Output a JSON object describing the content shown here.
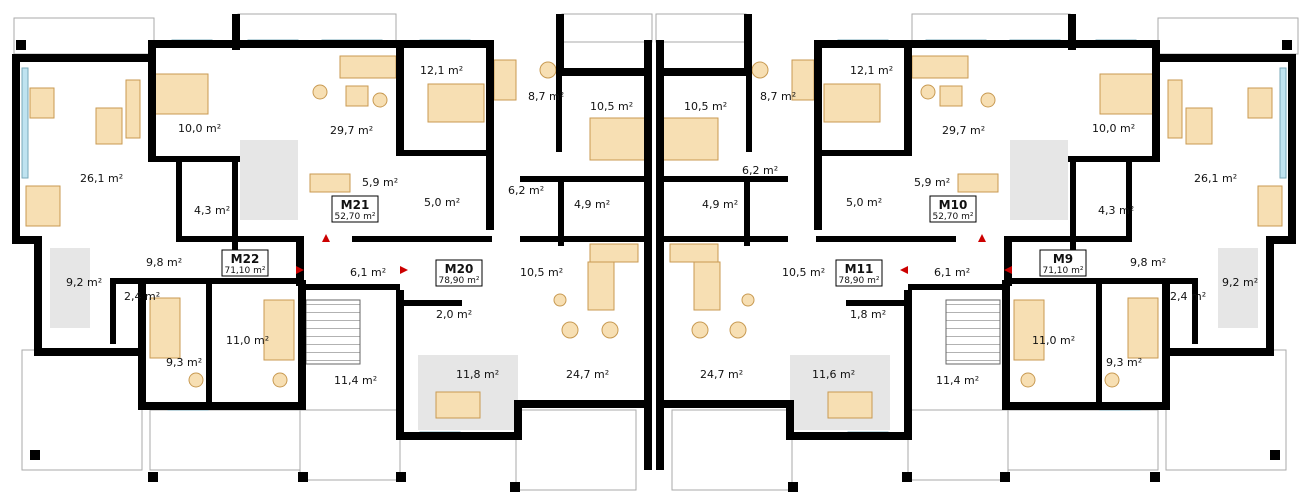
{
  "plan": {
    "units": [
      {
        "name": "M22",
        "area": "71,10 m²"
      },
      {
        "name": "M21",
        "area": "52,70 m²"
      },
      {
        "name": "M20",
        "area": "78,90 m²"
      },
      {
        "name": "M11",
        "area": "78,90 m²"
      },
      {
        "name": "M10",
        "area": "52,70 m²"
      },
      {
        "name": "M9",
        "area": "71,10 m²"
      }
    ],
    "rooms": {
      "r1": "10,0 m²",
      "r2": "29,7 m²",
      "r3": "12,1 m²",
      "r4": "8,7 m²",
      "r5": "10,5 m²",
      "r6": "26,1 m²",
      "r7": "5,9 m²",
      "r8": "5,0 m²",
      "r9": "6,2 m²",
      "r10": "4,9 m²",
      "r11": "4,3 m²",
      "r12": "9,8 m²",
      "r13": "6,1 m²",
      "r14": "10,5 m²",
      "r15": "9,2 m²",
      "r16": "2,4 m²",
      "r17": "11,0 m²",
      "r18": "2,0 m²",
      "r19": "9,3 m²",
      "r20": "11,4 m²",
      "r21": "11,8 m²",
      "r22": "24,7 m²",
      "q1": "10,5 m²",
      "q2": "8,7 m²",
      "q3": "12,1 m²",
      "q4": "29,7 m²",
      "q5": "10,0 m²",
      "q6": "6,2 m²",
      "q7": "4,9 m²",
      "q8": "5,0 m²",
      "q9": "5,9 m²",
      "q10": "26,1 m²",
      "q11": "4,3 m²",
      "q12": "10,5 m²",
      "q13": "6,1 m²",
      "q14": "9,8 m²",
      "q15": "1,8 m²",
      "q16": "9,2 m²",
      "q17": "2,4 m²",
      "q18": "11,0 m²",
      "q19": "9,3 m²",
      "q20": "24,7 m²",
      "q21": "11,6 m²",
      "q22": "11,4 m²"
    },
    "colors": {
      "wall": "#000000",
      "furniture": "#f7dfb3",
      "furniture_edge": "#c89a52",
      "floor_grey": "#e6e6e6",
      "marker": "#cc0000",
      "window": "#bfe3f0"
    }
  }
}
